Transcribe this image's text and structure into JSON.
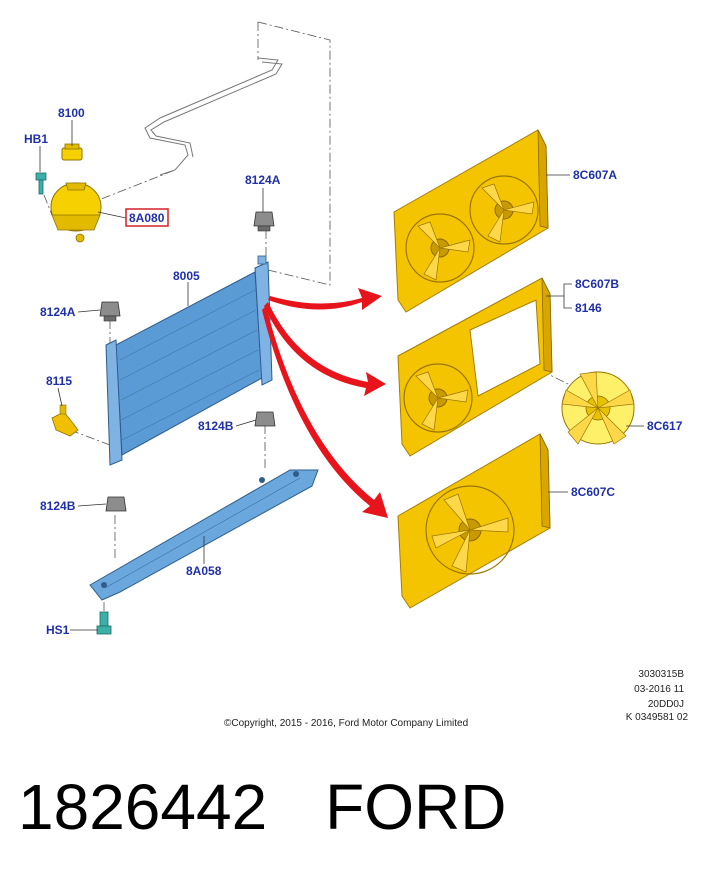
{
  "labels": {
    "hb1": "HB1",
    "p8100": "8100",
    "p8a080": "8A080",
    "p8124a_top": "8124A",
    "p8005": "8005",
    "p8124a_left": "8124A",
    "p8115": "8115",
    "p8124b_right": "8124B",
    "p8124b_left": "8124B",
    "p8a058": "8A058",
    "hs1": "HS1",
    "p8c607a": "8C607A",
    "p8c607b": "8C607B",
    "p8146": "8146",
    "p8c617": "8C617",
    "p8c607c": "8C607C"
  },
  "meta": {
    "line1": "3030315B",
    "line2": "03-2016 11",
    "line3": "20DD0J",
    "line4": "K 0349581 02",
    "copyright": "©Copyright, 2015 - 2016, Ford Motor Company Limited"
  },
  "footer": {
    "part_number": "1826442",
    "brand": "FORD"
  },
  "colors": {
    "label": "#1f2fa8",
    "highlight_box": "#d3202a",
    "fan_shroud": "#f5c400",
    "radiator": "#5b9bd5",
    "arrow": "#e8141b",
    "fastener": "#3ab0a8"
  }
}
